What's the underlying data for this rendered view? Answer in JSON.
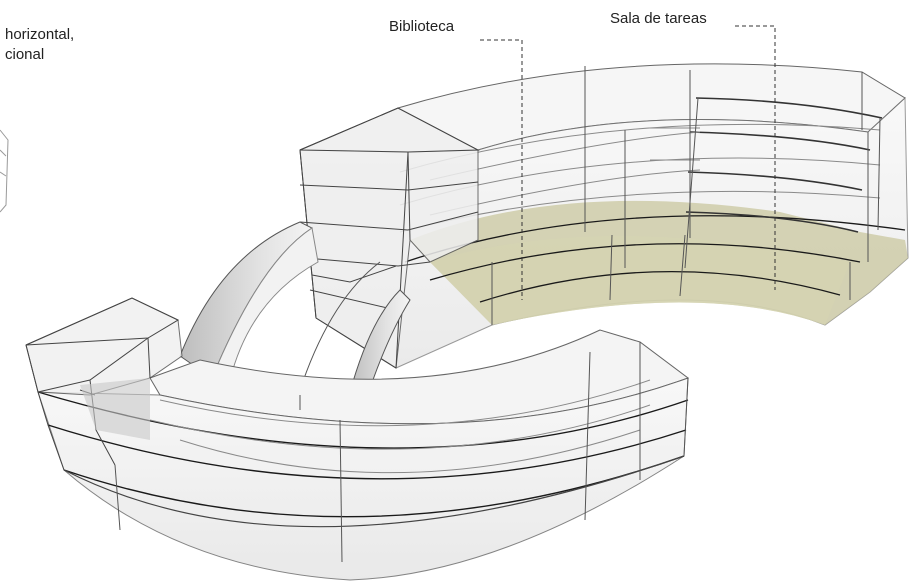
{
  "labels": {
    "left_line1": "horizontal,",
    "left_line2": "cional",
    "library": "Biblioteca",
    "study_room": "Sala de tareas"
  },
  "colors": {
    "glass": "#f1f1f1",
    "edge": "#555555",
    "floor_line": "#1a1a1a",
    "highlight": "#c9c79f",
    "leader": "#333333"
  }
}
